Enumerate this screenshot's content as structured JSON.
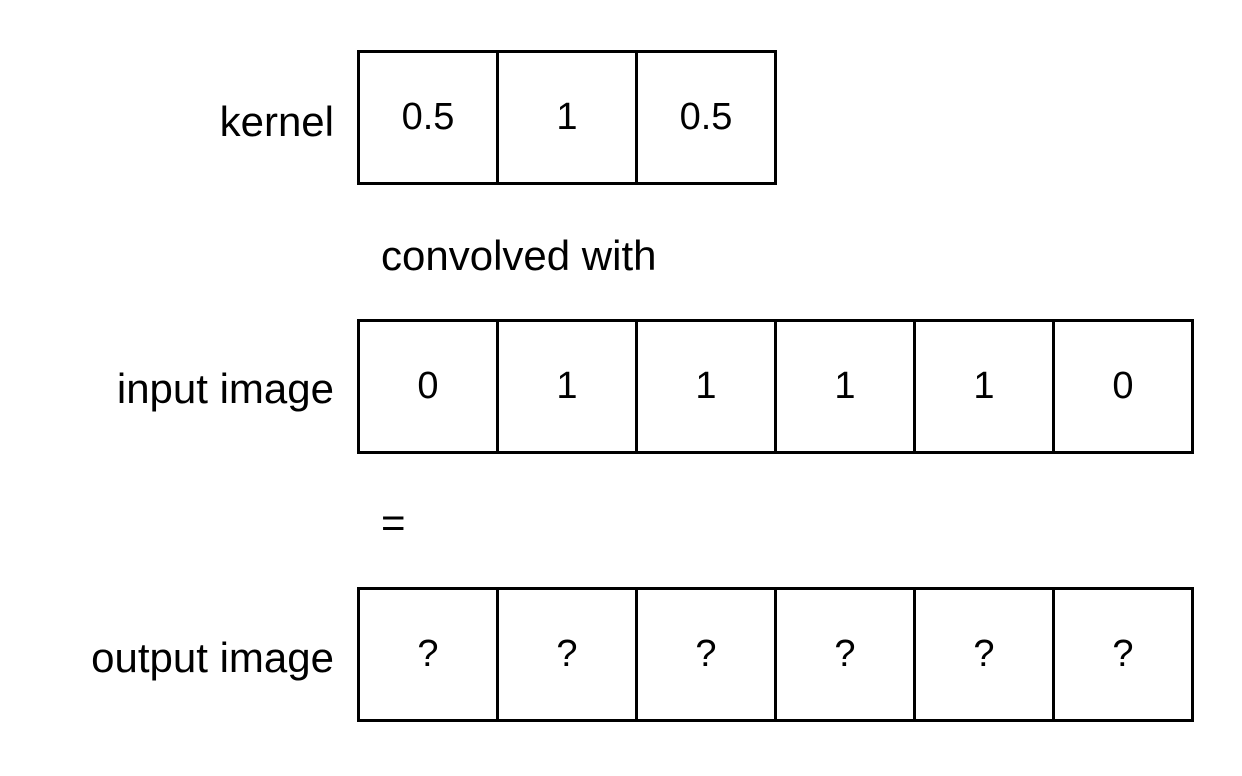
{
  "kernel": {
    "label": "kernel",
    "values": [
      "0.5",
      "1",
      "0.5"
    ]
  },
  "operator_text": "convolved with",
  "input": {
    "label": "input image",
    "values": [
      "0",
      "1",
      "1",
      "1",
      "1",
      "0"
    ]
  },
  "equals_text": "=",
  "output": {
    "label": "output image",
    "values": [
      "?",
      "?",
      "?",
      "?",
      "?",
      "?"
    ]
  }
}
